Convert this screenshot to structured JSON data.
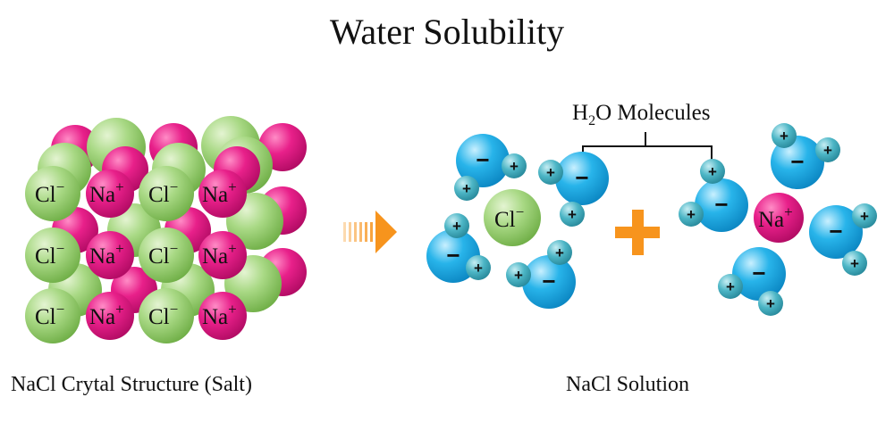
{
  "title": "Water Solubility",
  "captions": {
    "left": "NaCl Crytal Structure (Salt)",
    "right": "NaCl Solution"
  },
  "labels": {
    "h2o_prefix": "H",
    "h2o_sub": "2",
    "h2o_suffix": "O Molecules",
    "cl": "Cl",
    "na": "Na",
    "minus": "−",
    "plus": "+"
  },
  "colors": {
    "chloride": "#8fcb6a",
    "sodium": "#e2187f",
    "oxygen": "#1aa9e0",
    "hydrogen": "#49b3c3",
    "plus_sign": "#f7941d",
    "arrow": "#f7941d"
  }
}
